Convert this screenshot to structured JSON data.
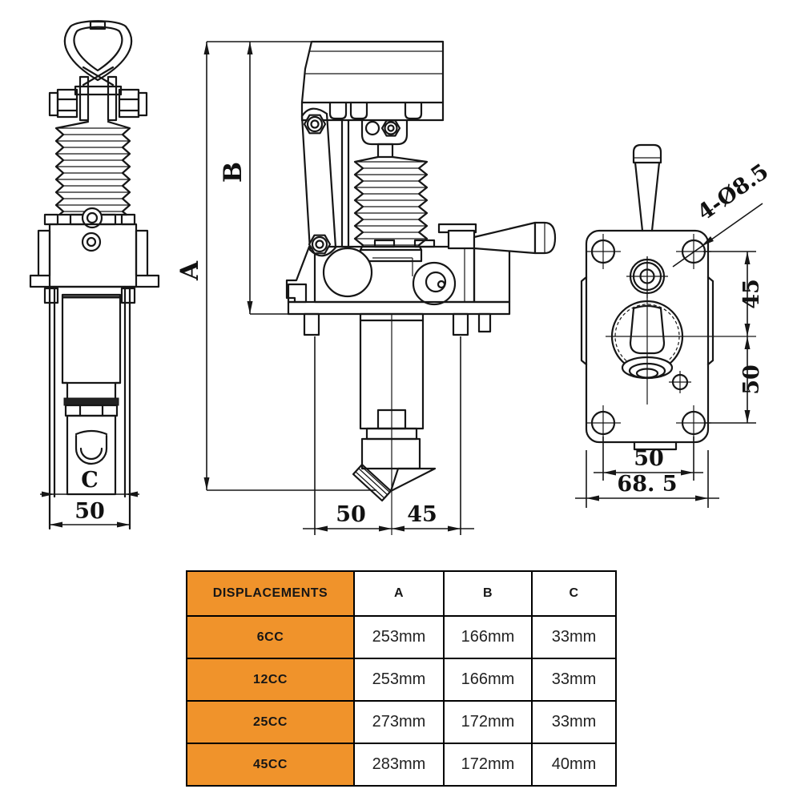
{
  "drawing": {
    "front_view": {
      "dim_c": "C",
      "dim_width": "50"
    },
    "side_view": {
      "dim_a": "A",
      "dim_b": "B",
      "dim_50": "50",
      "dim_45": "45"
    },
    "back_view": {
      "dim_holes": "4-Ø8.5",
      "dim_45": "45",
      "dim_50_vertical": "50",
      "dim_50_bottom": "50",
      "dim_total_width": "68. 5"
    }
  },
  "table": {
    "headers": [
      "DISPLACEMENTS",
      "A",
      "B",
      "C"
    ],
    "rows": [
      {
        "label": "6CC",
        "a": "253mm",
        "b": "166mm",
        "c": "33mm"
      },
      {
        "label": "12CC",
        "a": "253mm",
        "b": "166mm",
        "c": "33mm"
      },
      {
        "label": "25CC",
        "a": "273mm",
        "b": "172mm",
        "c": "33mm"
      },
      {
        "label": "45CC",
        "a": "283mm",
        "b": "172mm",
        "c": "40mm"
      }
    ]
  },
  "colors": {
    "accent": "#F0932B",
    "line": "#161616"
  }
}
